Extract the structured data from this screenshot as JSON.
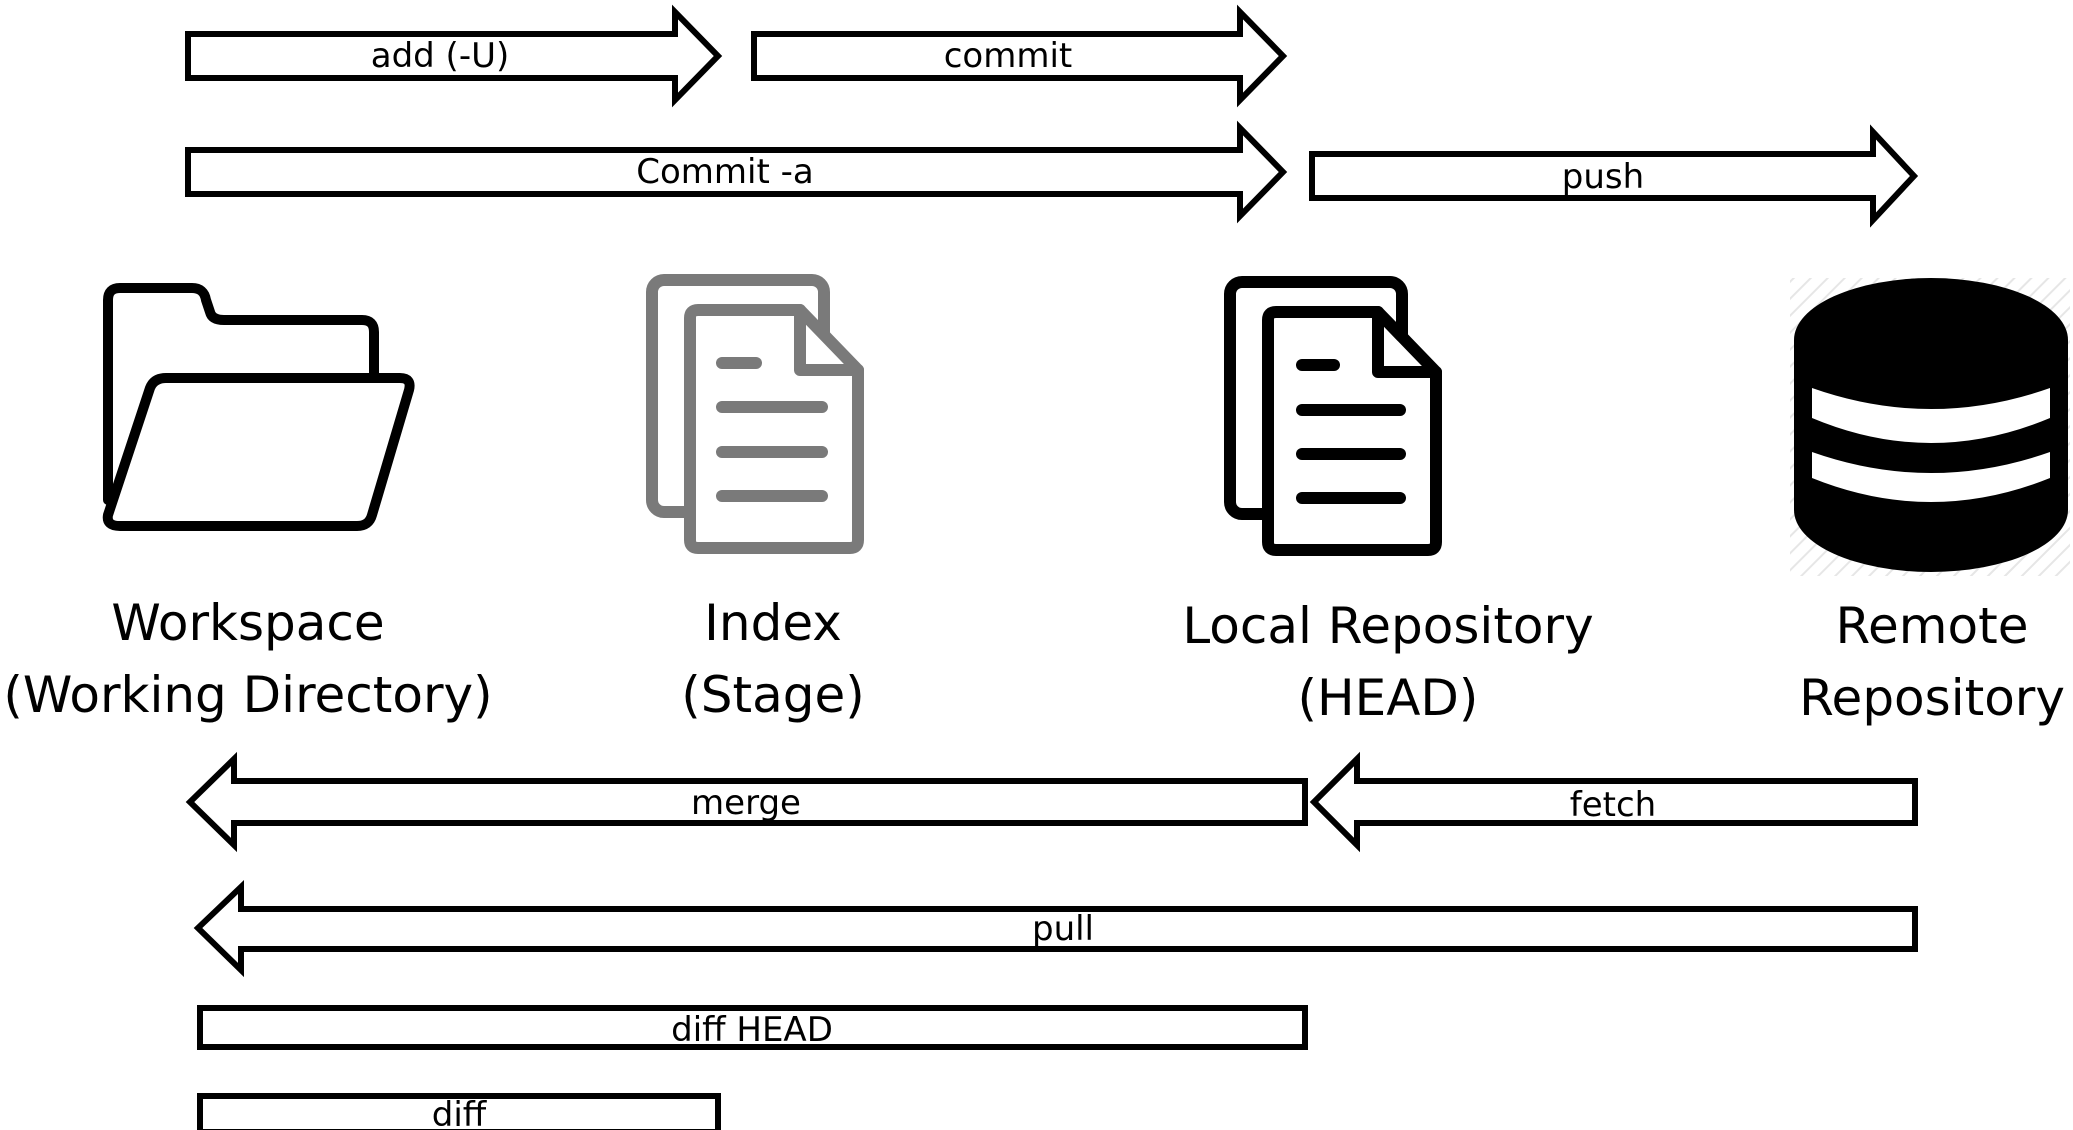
{
  "nodes": {
    "workspace": {
      "line1": "Workspace",
      "line2": "(Working Directory)",
      "icon": "folder-icon"
    },
    "index": {
      "line1": "Index",
      "line2": "(Stage)",
      "icon": "document-icon",
      "color": "#7a7a7a"
    },
    "local_repository": {
      "line1": "Local Repository",
      "line2": "(HEAD)",
      "icon": "document-icon",
      "color": "#000000"
    },
    "remote_repository": {
      "line1": "Remote",
      "line2": "Repository",
      "icon": "database-icon",
      "color": "#000000"
    }
  },
  "arrows": {
    "add": "add (-U)",
    "commit": "commit",
    "commit_a": "Commit -a",
    "push": "push",
    "merge": "merge",
    "fetch": "fetch",
    "pull": "pull",
    "diff_head": "diff HEAD",
    "diff": "diff"
  }
}
